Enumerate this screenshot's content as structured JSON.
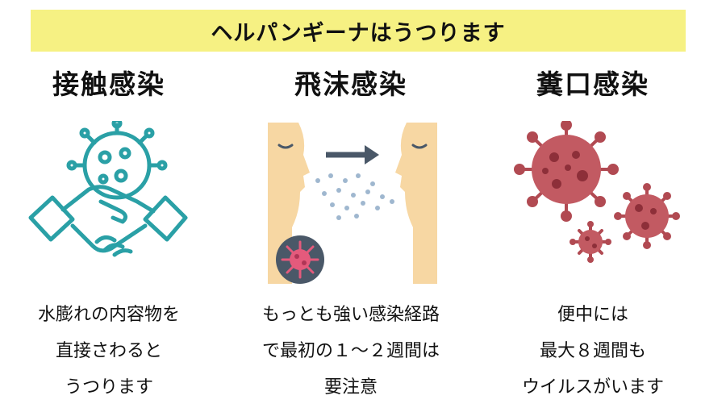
{
  "header": {
    "title": "ヘルパンギーナはうつります"
  },
  "columns": [
    {
      "title": "接触感染",
      "illustration": "handshake-virus-icon",
      "lines": [
        "水膨れの内容物を",
        "直接さわると",
        "うつります"
      ]
    },
    {
      "title": "飛沫感染",
      "illustration": "droplet-transmission-icon",
      "lines": [
        "もっとも強い感染経路",
        "で最初の１～２週間は",
        "要注意"
      ]
    },
    {
      "title": "糞口感染",
      "illustration": "virus-particles-icon",
      "lines": [
        "便中には",
        "最大８週間も",
        "ウイルスがいます"
      ]
    }
  ],
  "colors": {
    "banner": "#f6f183",
    "teal": "#2aa0a6",
    "skin": "#f7d7a3",
    "arrow": "#4a5868",
    "virus": "#b14a52"
  }
}
